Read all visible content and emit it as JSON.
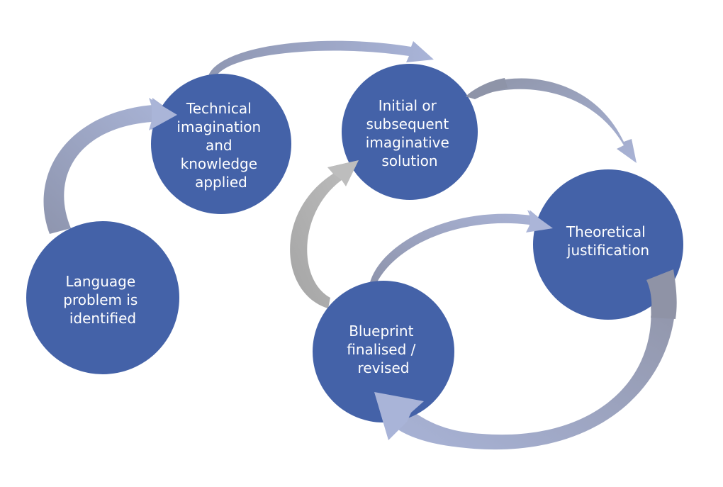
{
  "diagram": {
    "type": "cycle-process",
    "colors": {
      "node_fill": "#4462A8",
      "arrow_light": "#A9B4D6",
      "arrow_mid": "#8F98B5",
      "arrow_dark": "#9A9FAE",
      "arrow_grey": "#B3B3B3",
      "background": "#FFFFFF",
      "text": "#FFFFFF"
    },
    "nodes": [
      {
        "id": "language-problem",
        "lines": [
          "Language",
          "problem is",
          "identified"
        ]
      },
      {
        "id": "technical-imagination",
        "lines": [
          "Technical",
          "imagination",
          "and",
          "knowledge",
          "applied"
        ]
      },
      {
        "id": "imaginative-solution",
        "lines": [
          "Initial or",
          "subsequent",
          "imaginative",
          "solution"
        ]
      },
      {
        "id": "theoretical-justification",
        "lines": [
          "Theoretical",
          "justification"
        ]
      },
      {
        "id": "blueprint",
        "lines": [
          "Blueprint",
          "finalised /",
          "revised"
        ]
      }
    ],
    "edges": [
      {
        "from": "language-problem",
        "to": "technical-imagination"
      },
      {
        "from": "technical-imagination",
        "to": "imaginative-solution"
      },
      {
        "from": "imaginative-solution",
        "to": "theoretical-justification"
      },
      {
        "from": "theoretical-justification",
        "to": "blueprint"
      },
      {
        "from": "blueprint",
        "to": "imaginative-solution"
      },
      {
        "from": "blueprint",
        "to": "theoretical-justification"
      }
    ]
  }
}
